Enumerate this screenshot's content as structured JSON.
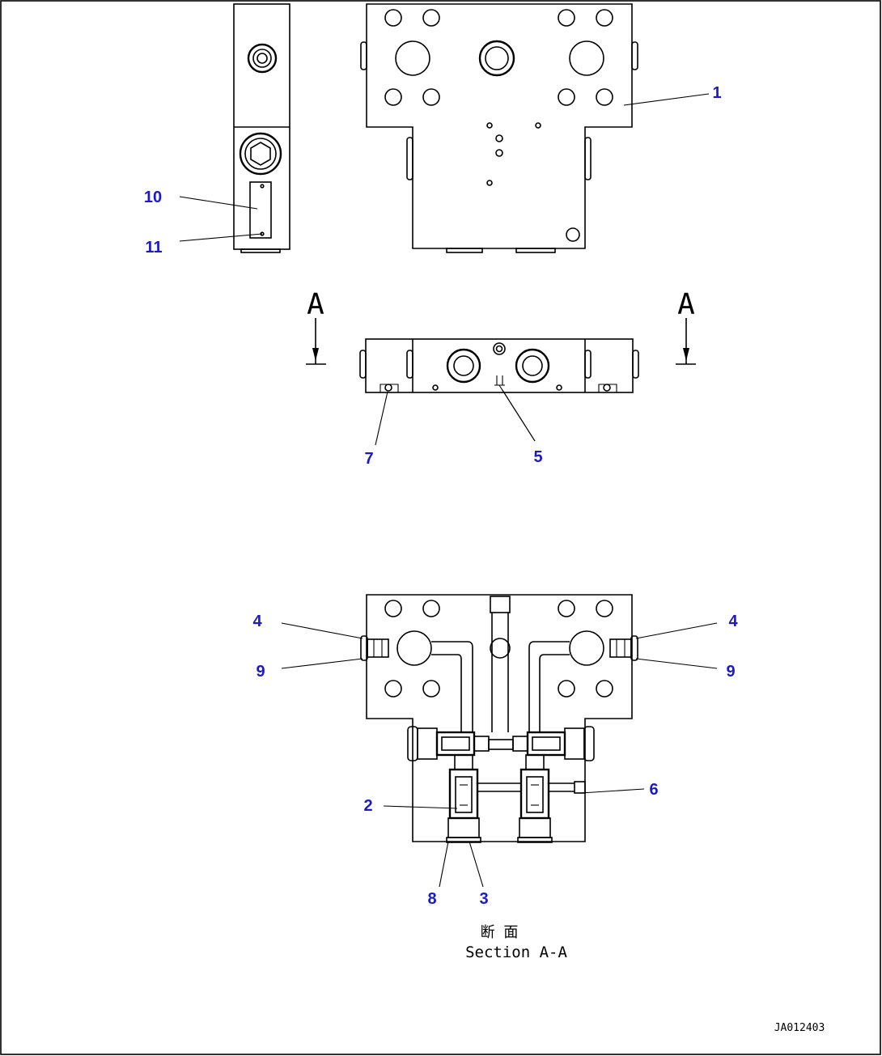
{
  "callouts": {
    "c1": "1",
    "c2": "2",
    "c3": "3",
    "c4_left": "4",
    "c4_right": "4",
    "c5": "5",
    "c6": "6",
    "c7": "7",
    "c8": "8",
    "c9_left": "9",
    "c9_right": "9",
    "c10": "10",
    "c11": "11"
  },
  "section_marks": {
    "left": "A",
    "right": "A"
  },
  "section_caption": {
    "line1": "断 面",
    "line2": "Section A-A"
  },
  "drawing_code": "JA012403",
  "colors": {
    "callout": "#1a1ac8",
    "line": "#000000"
  }
}
